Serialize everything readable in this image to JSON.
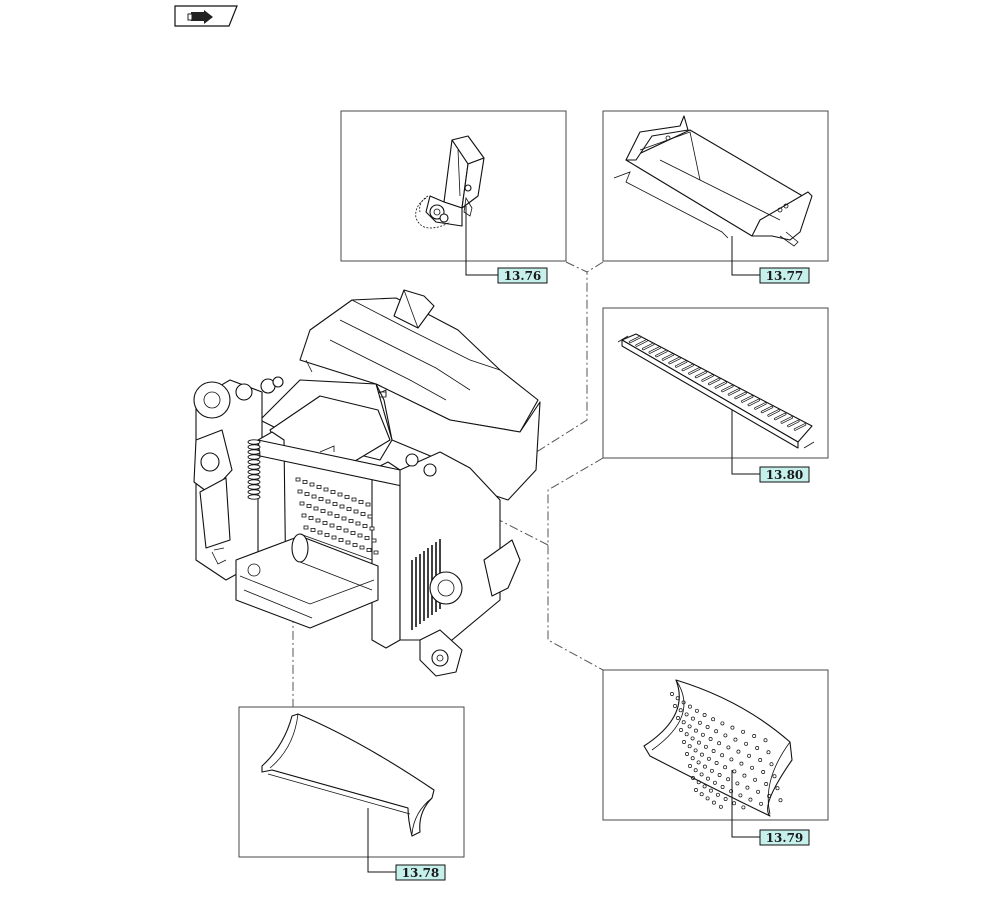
{
  "header": {
    "nav_icon": "arrow-back-icon"
  },
  "callouts": [
    {
      "id": "c1",
      "label": "13.76"
    },
    {
      "id": "c2",
      "label": "13.77"
    },
    {
      "id": "c3",
      "label": "13.80"
    },
    {
      "id": "c4",
      "label": "13.79"
    },
    {
      "id": "c5",
      "label": "13.78"
    }
  ],
  "colors": {
    "callout_fill": "#c6f0ec",
    "line": "#111111",
    "frame": "#4a4a4a"
  }
}
